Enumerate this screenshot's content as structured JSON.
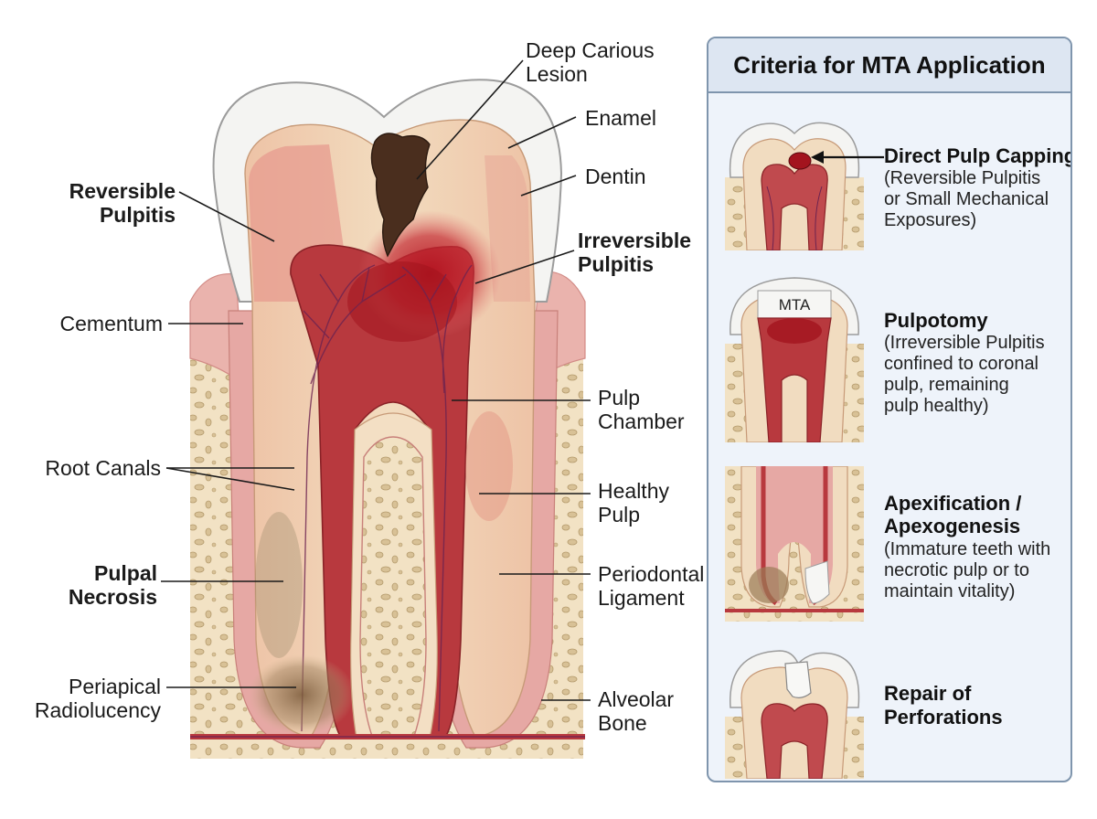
{
  "labels": {
    "deep_carious_lesion": [
      "Deep Carious",
      "Lesion"
    ],
    "enamel": "Enamel",
    "dentin": "Dentin",
    "reversible_pulpitis": [
      "Reversible",
      "Pulpitis"
    ],
    "irreversible_pulpitis": [
      "Irreversible",
      "Pulpitis"
    ],
    "cementum": "Cementum",
    "pulp_chamber": [
      "Pulp",
      "Chamber"
    ],
    "root_canals": "Root Canals",
    "healthy_pulp": [
      "Healthy",
      "Pulp"
    ],
    "pulpal_necrosis": [
      "Pulpal",
      "Necrosis"
    ],
    "periodontal_ligament": [
      "Periodontal",
      "Ligament"
    ],
    "periapical_radiolucency": [
      "Periapical",
      "Radiolucency"
    ],
    "alveolar_bone": [
      "Alveolar",
      "Bone"
    ]
  },
  "panel": {
    "title": "Criteria for MTA Application",
    "items": [
      {
        "title": [
          "Direct Pulp Capping"
        ],
        "desc": [
          "(Reversible Pulpitis",
          "or Small Mechanical",
          "Exposures)"
        ]
      },
      {
        "title": [
          "Pulpotomy"
        ],
        "desc": [
          "(Irreversible Pulpitis",
          "confined to coronal",
          "pulp, remaining",
          "pulp healthy)"
        ],
        "thumb_label": "MTA"
      },
      {
        "title": [
          "Apexification /",
          "Apexogenesis"
        ],
        "desc": [
          "(Immature teeth with",
          "necrotic pulp or to",
          "maintain vitality)"
        ]
      },
      {
        "title": [
          "Repair of",
          "Perforations"
        ],
        "desc": []
      }
    ]
  },
  "colors": {
    "enamel": "#f4f4f2",
    "dentin": "#f1dcc0",
    "pulp": "#b8393e",
    "inflamed": "#c01f2a",
    "caries": "#4a2e1e",
    "gum": "#eab3ad",
    "bone": "#f2e2c4",
    "panel_border": "#7f95ad"
  }
}
